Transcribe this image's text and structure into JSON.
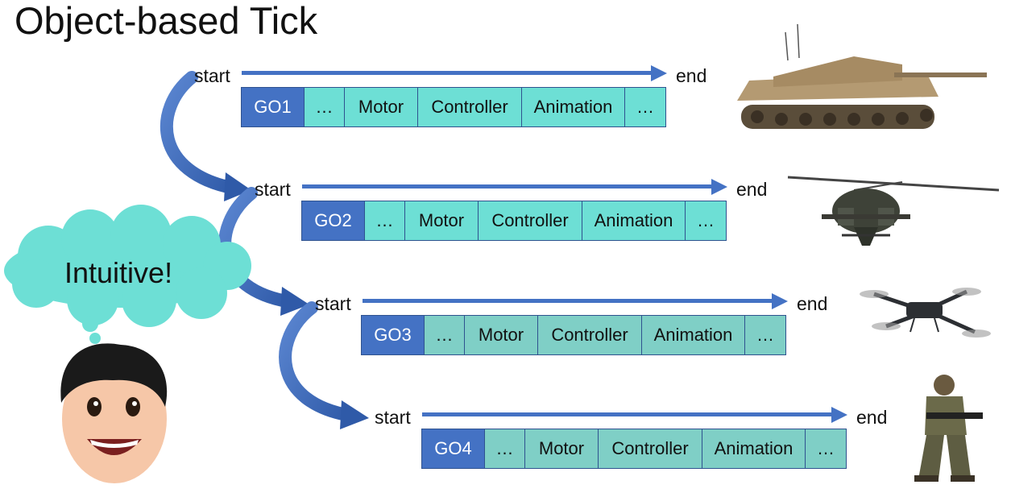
{
  "title": "Object-based Tick",
  "cloud_text": "Intuitive!",
  "timelines": [
    {
      "start": "start",
      "end": "end",
      "cells": [
        "GO1",
        "…",
        "Motor",
        "Controller",
        "Animation",
        "…"
      ]
    },
    {
      "start": "start",
      "end": "end",
      "cells": [
        "GO2",
        "…",
        "Motor",
        "Controller",
        "Animation",
        "…"
      ]
    },
    {
      "start": "start",
      "end": "end",
      "cells": [
        "GO3",
        "…",
        "Motor",
        "Controller",
        "Animation",
        "…"
      ]
    },
    {
      "start": "start",
      "end": "end",
      "cells": [
        "GO4",
        "…",
        "Motor",
        "Controller",
        "Animation",
        "…"
      ]
    }
  ],
  "images": [
    "tank-image",
    "helicopter-image",
    "drone-image",
    "soldier-image"
  ],
  "colors": {
    "arrow": "#4472c4",
    "go_cell": "#4472c4",
    "component_cell": "#6ddfd5",
    "cloud": "#6ddfd5",
    "curved_arrow": "#3a66b8"
  }
}
